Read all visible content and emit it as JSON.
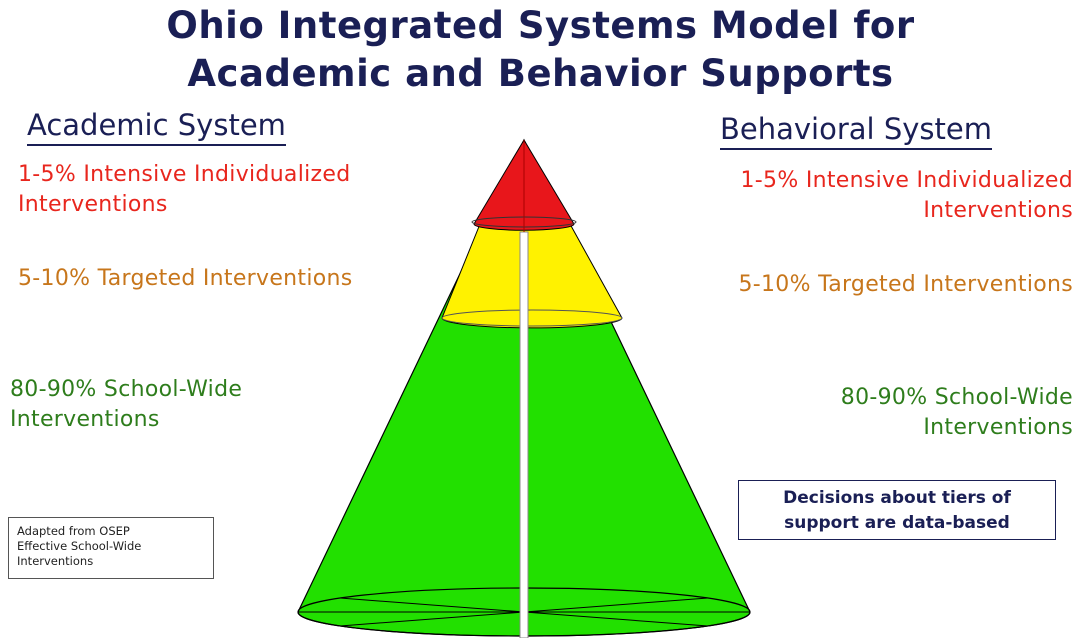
{
  "title": {
    "line1": "Ohio Integrated Systems Model for",
    "line2": "Academic and Behavior Supports"
  },
  "academic": {
    "heading": "Academic System",
    "tier1": {
      "line1": "1-5% Intensive Individualized",
      "line2": "Interventions"
    },
    "tier2": {
      "line1": "5-10% Targeted Interventions"
    },
    "tier3": {
      "line1": "80-90% School-Wide",
      "line2": "Interventions"
    }
  },
  "behavioral": {
    "heading": "Behavioral System",
    "tier1": {
      "line1": "1-5% Intensive Individualized",
      "line2": "Interventions"
    },
    "tier2": {
      "line1": "5-10% Targeted Interventions"
    },
    "tier3": {
      "line1": "80-90% School-Wide",
      "line2": "Interventions"
    }
  },
  "decision_box": {
    "line1": "Decisions about tiers of",
    "line2": "support are data-based"
  },
  "source_box": {
    "line1": "Adapted from OSEP",
    "line2": "Effective School-Wide",
    "line3": "Interventions"
  },
  "colors": {
    "tier_intensive": "#e8161b",
    "tier_targeted": "#fff200",
    "tier_schoolwide": "#22e000",
    "heading_text": "#1a1f55"
  }
}
